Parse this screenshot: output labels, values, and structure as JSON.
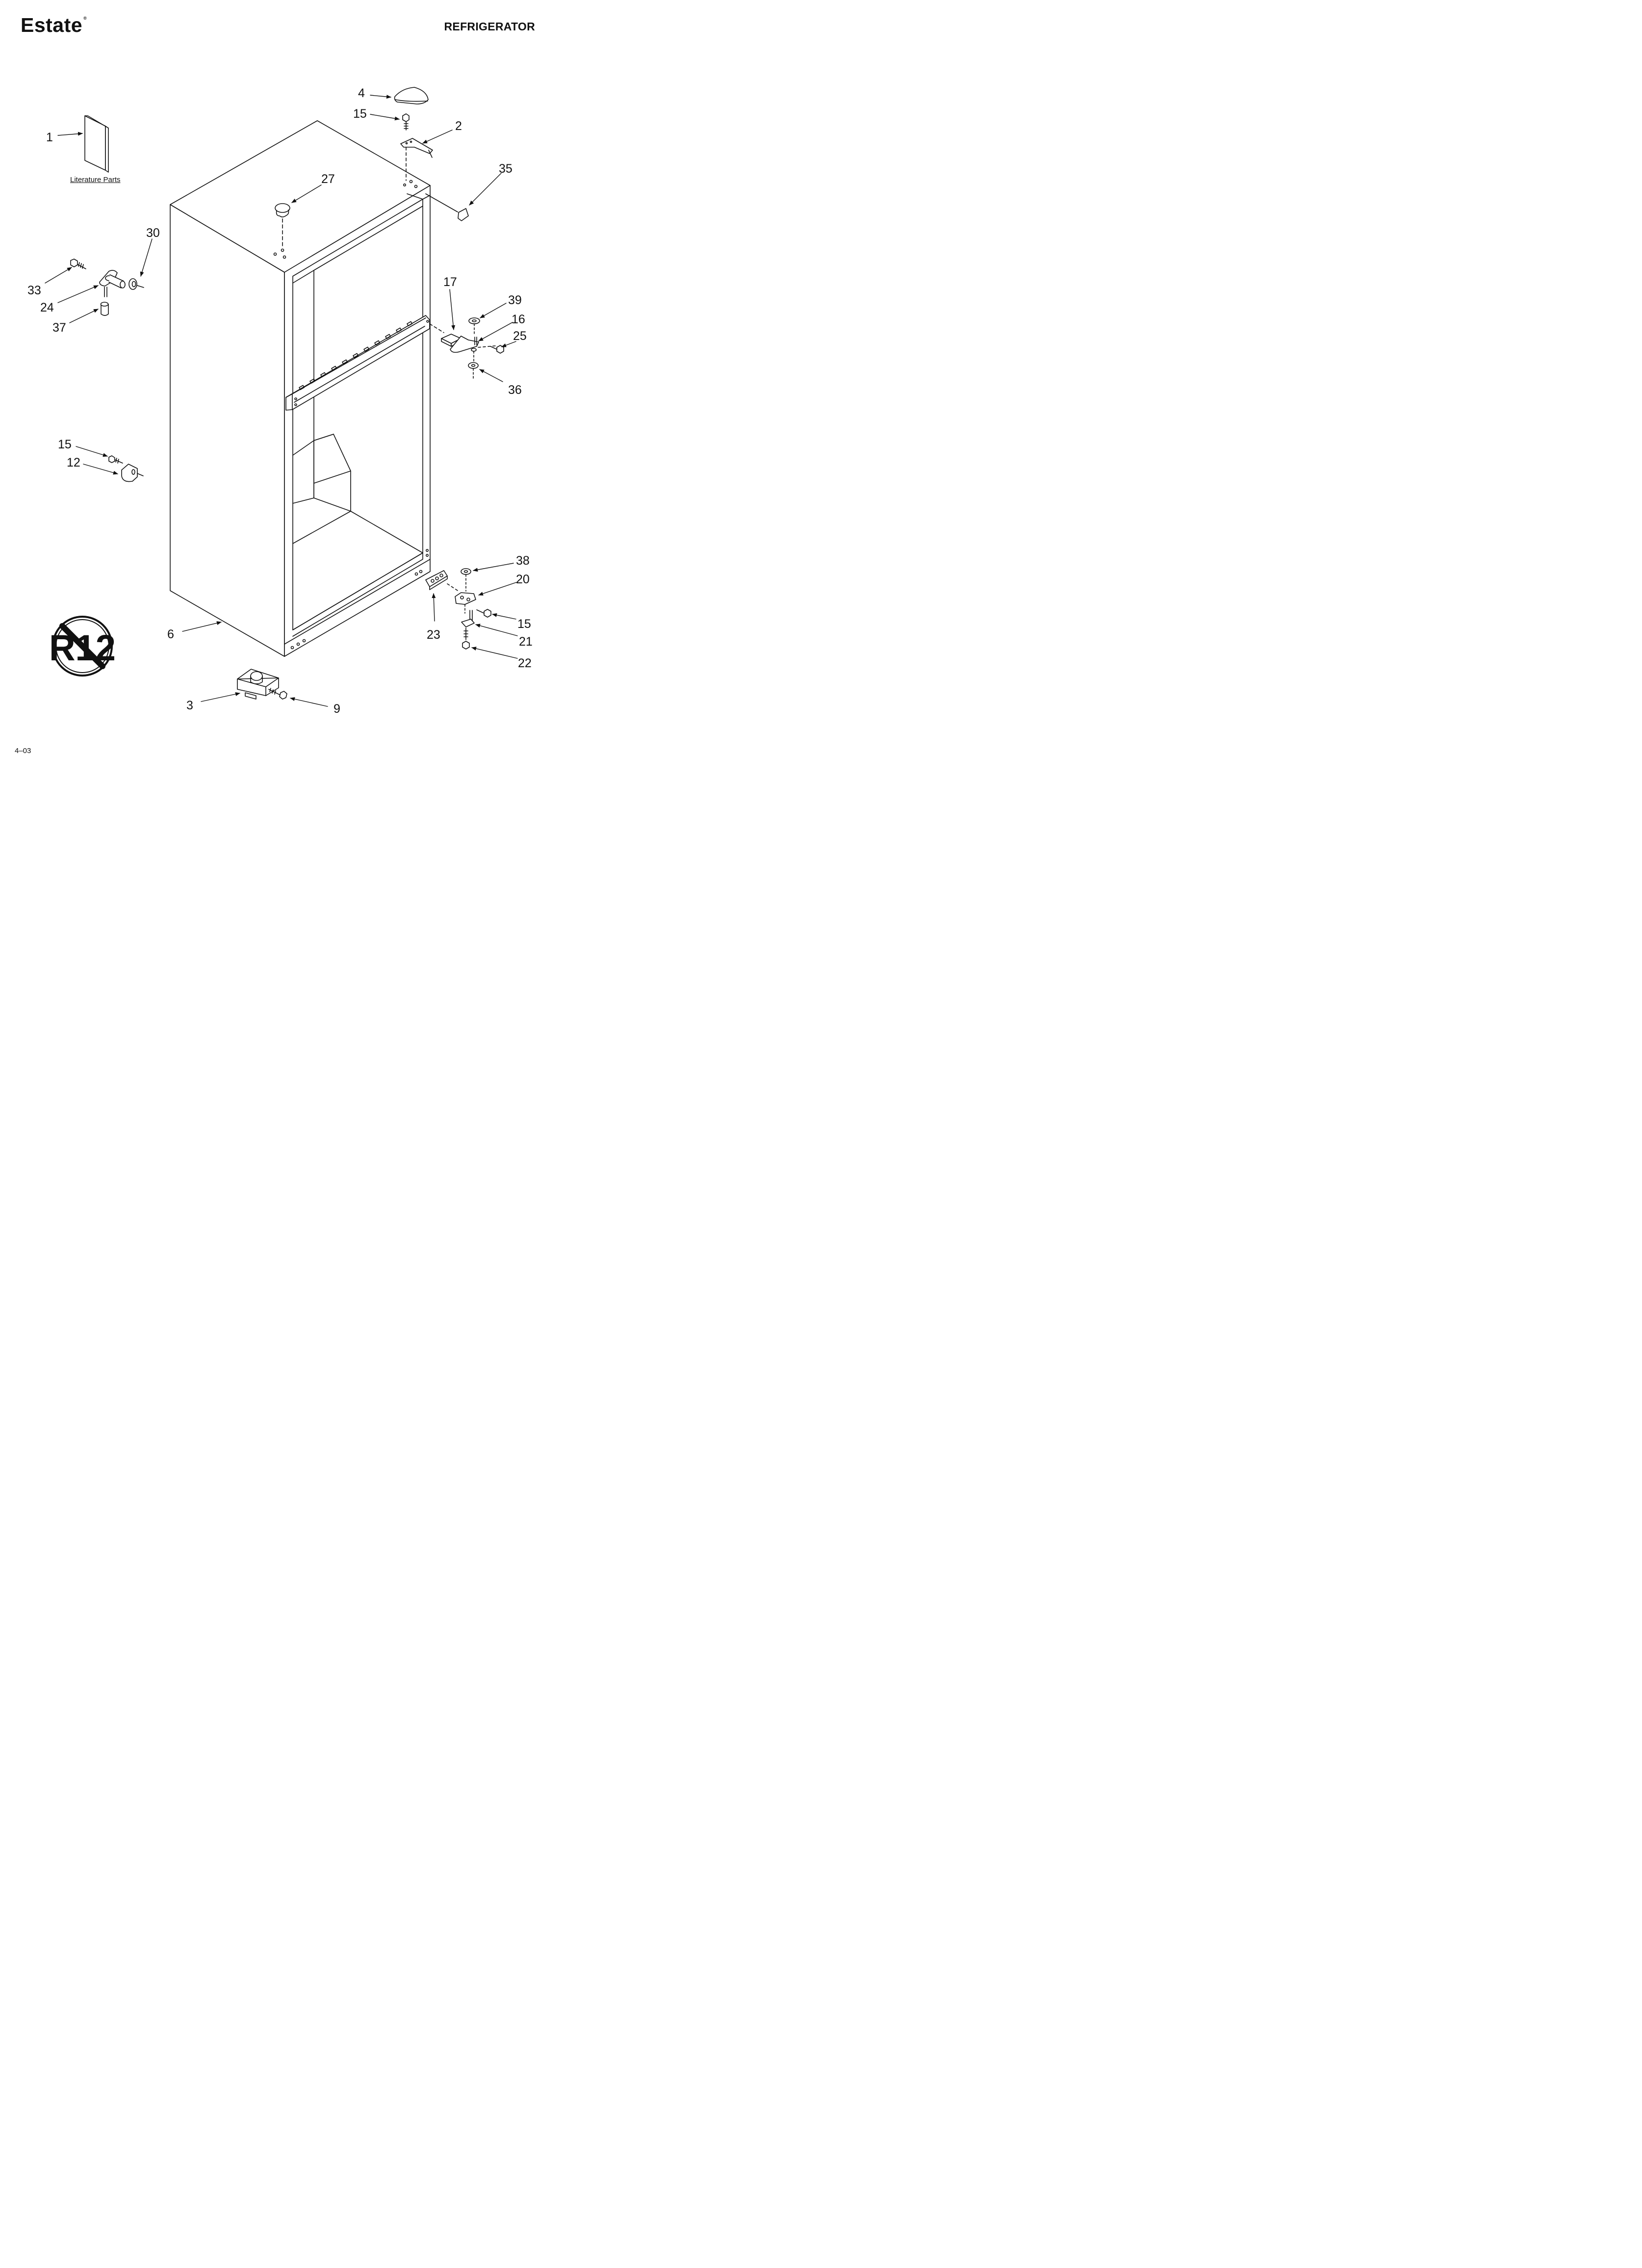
{
  "header": {
    "brand": "Estate",
    "brand_mark": "®",
    "title": "REFRIGERATOR"
  },
  "literature_label": "Literature Parts",
  "badge": {
    "text": "R12"
  },
  "footer": {
    "date_code": "4–03"
  },
  "callouts": {
    "c1": "1",
    "c2": "2",
    "c3": "3",
    "c4": "4",
    "c6": "6",
    "c9": "9",
    "c12": "12",
    "c15a": "15",
    "c15b": "15",
    "c15c": "15",
    "c16": "16",
    "c17": "17",
    "c20": "20",
    "c21": "21",
    "c22": "22",
    "c23": "23",
    "c24": "24",
    "c25": "25",
    "c27": "27",
    "c30": "30",
    "c33": "33",
    "c35": "35",
    "c36": "36",
    "c37": "37",
    "c38": "38",
    "c39": "39"
  }
}
